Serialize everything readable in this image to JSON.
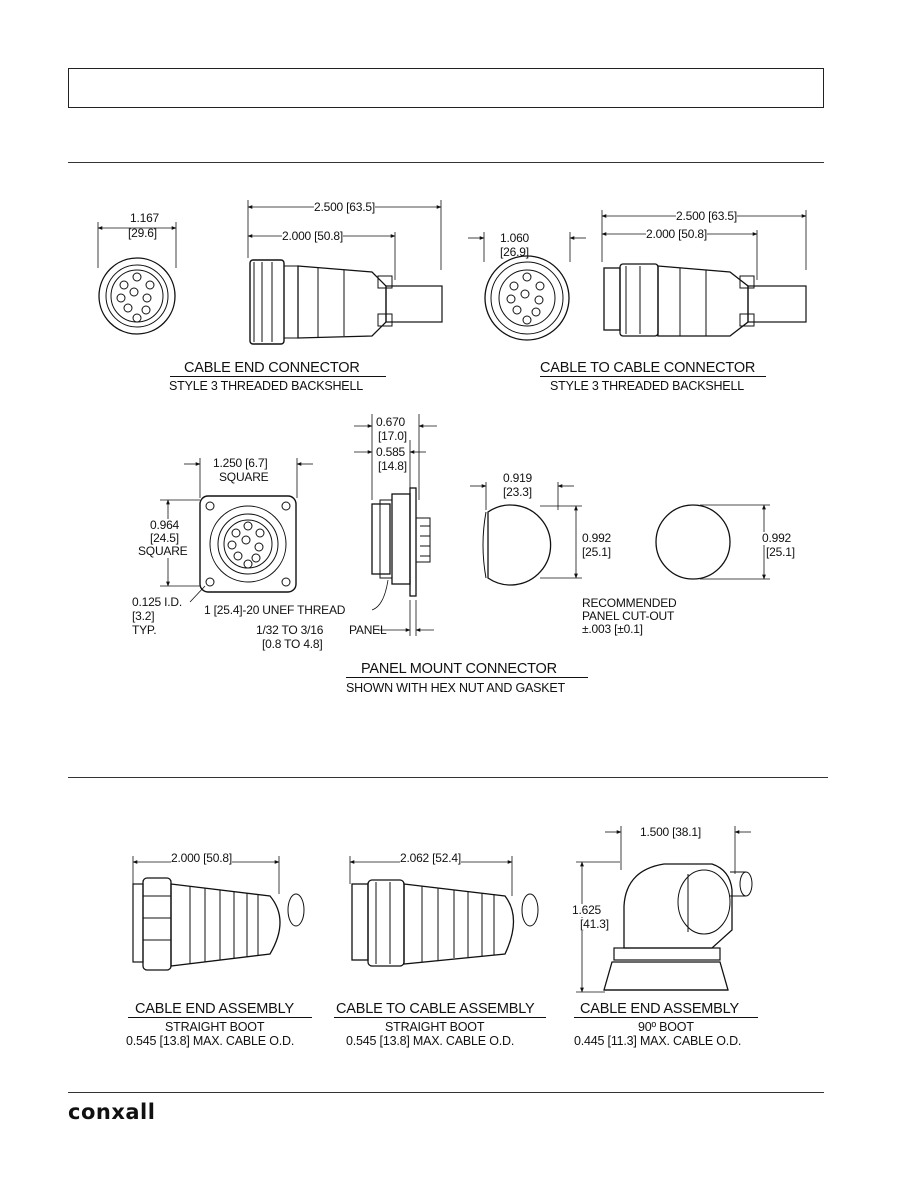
{
  "header_box": "",
  "section1": {
    "cable_end_connector": {
      "title": "CABLE END CONNECTOR",
      "subtitle": "STYLE 3 THREADED BACKSHELL",
      "dim_diameter": "1.167",
      "dim_diameter_mm": "[29.6]",
      "dim_overall": "2.500 [63.5]",
      "dim_body": "2.000 [50.8]"
    },
    "cable_to_cable_connector": {
      "title": "CABLE TO CABLE CONNECTOR",
      "subtitle": "STYLE 3 THREADED BACKSHELL",
      "dim_diameter": "1.060",
      "dim_diameter_mm": "[26.9]",
      "dim_overall": "2.500 [63.5]",
      "dim_body": "2.000 [50.8]"
    },
    "panel_mount_connector": {
      "title": "PANEL MOUNT CONNECTOR",
      "subtitle": "SHOWN WITH HEX NUT AND GASKET",
      "dim_square_width": "1.250 [6.7]",
      "square_label": "SQUARE",
      "dim_square_height": "0.964",
      "dim_square_height_mm": "[24.5]",
      "square_label_2": "SQUARE",
      "hole_id": "0.125 I.D.",
      "hole_id_mm": "[3.2]",
      "hole_typ": "TYP.",
      "thread": "1 [25.4]-20 UNEF THREAD",
      "panel_range": "1/32  TO 3/16",
      "panel_label": "PANEL",
      "panel_range_mm": "[0.8 TO 4.8]",
      "dim_depth1": "0.670",
      "dim_depth1_mm": "[17.0]",
      "dim_depth2": "0.585",
      "dim_depth2_mm": "[14.8]"
    },
    "panel_cutout": {
      "dim_width": "0.919",
      "dim_width_mm": "[23.3]",
      "dim_height_a": "0.992",
      "dim_height_a_mm": "[25.1]",
      "dim_height_b": "0.992",
      "dim_height_b_mm": "[25.1]",
      "note_line1": "RECOMMENDED",
      "note_line2": "PANEL CUT-OUT",
      "note_line3": "±.003 [±0.1]"
    }
  },
  "section2": {
    "cable_end_assembly_straight": {
      "title": "CABLE END ASSEMBLY",
      "line1": "STRAIGHT BOOT",
      "line2": "0.545 [13.8] MAX. CABLE O.D.",
      "dim_length": "2.000 [50.8]"
    },
    "cable_to_cable_assembly": {
      "title": "CABLE TO CABLE ASSEMBLY",
      "line1": "STRAIGHT BOOT",
      "line2": "0.545 [13.8] MAX. CABLE O.D.",
      "dim_length": "2.062 [52.4]"
    },
    "cable_end_assembly_90": {
      "title": "CABLE END ASSEMBLY",
      "line1": "90º BOOT",
      "line2": "0.445 [11.3] MAX. CABLE O.D.",
      "dim_width": "1.500 [38.1]",
      "dim_height": "1.625",
      "dim_height_mm": "[41.3]"
    }
  },
  "footer": {
    "logo": "conxall"
  }
}
